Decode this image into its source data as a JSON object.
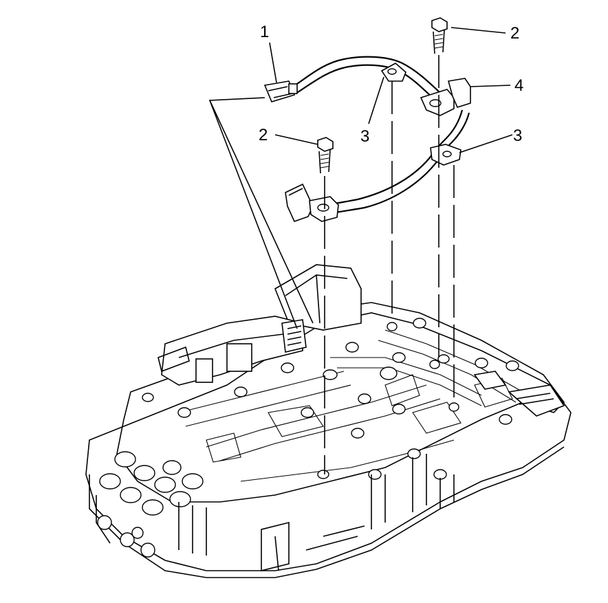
{
  "callouts": [
    {
      "id": "connector",
      "label": "1"
    },
    {
      "id": "bolt-upper",
      "label": "2"
    },
    {
      "id": "bolt-lower",
      "label": "2"
    },
    {
      "id": "clip-left",
      "label": "3"
    },
    {
      "id": "clip-right",
      "label": "3"
    },
    {
      "id": "speed-sensor",
      "label": "4"
    }
  ],
  "colors": {
    "ink": "#000000",
    "paper": "#ffffff"
  }
}
